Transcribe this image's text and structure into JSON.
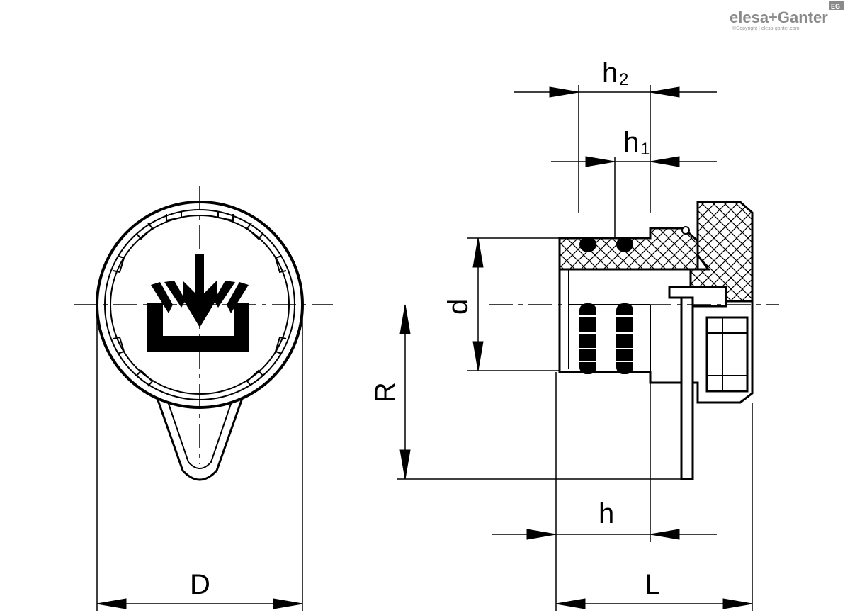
{
  "brand": {
    "logo_text": "elesa+Ganter",
    "copyright": "©Copyright | elesa-ganter.com",
    "badge": "EG"
  },
  "dimensions": {
    "h2": {
      "base": "h",
      "sub": "2"
    },
    "h1": {
      "base": "h",
      "sub": "1"
    },
    "d": "d",
    "R": "R",
    "h": "h",
    "D": "D",
    "L": "L"
  },
  "colors": {
    "line": "#000000",
    "logo": "#8a8a8a"
  },
  "icons": {
    "fill_symbol": "fill-arrow-icon"
  }
}
